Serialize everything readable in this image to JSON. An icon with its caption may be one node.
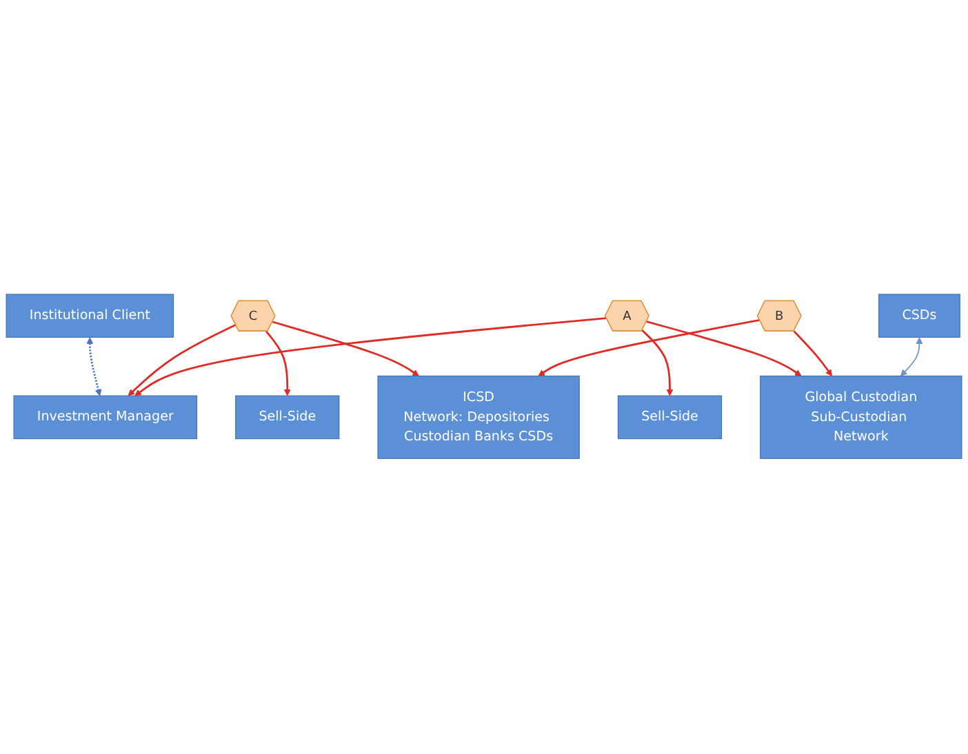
{
  "diagram": {
    "nodes": [
      {
        "text": [
          "Sell-Side"
        ]
      },
      {
        "text": [
          "Institutional Client"
        ]
      },
      {
        "text": [
          "Investment Manager"
        ]
      },
      {
        "text": [
          "C"
        ]
      },
      {
        "text": [
          "Sell-Side"
        ]
      },
      {
        "text": [
          "A"
        ]
      },
      {
        "text": [
          "ICSD",
          "Network: Depositories Custodian Banks CSDs"
        ]
      },
      {
        "text": [
          "B"
        ]
      },
      {
        "text": [
          "Global Custodian",
          "Sub-Custodian Network"
        ]
      },
      {
        "text": [
          "CSDs"
        ]
      }
    ],
    "edges": [
      {
        "from": 1,
        "to": 2,
        "arrow": "both",
        "style": "dashed",
        "color": "#4a72c4"
      },
      {
        "from": 3,
        "to": 0,
        "arrow": "to"
      },
      {
        "from": 3,
        "to": 2,
        "arrow": "to"
      },
      {
        "from": 3,
        "to": 6,
        "arrow": "to"
      },
      {
        "from": 5,
        "to": 2,
        "arrow": "to"
      },
      {
        "from": 5,
        "to": 4,
        "arrow": "to"
      },
      {
        "from": 5,
        "to": 8,
        "arrow": "to"
      },
      {
        "from": 7,
        "to": 6,
        "arrow": "to"
      },
      {
        "from": 7,
        "to": 8,
        "arrow": "to"
      },
      {
        "from": 9,
        "to": 8,
        "arrow": "both",
        "color": "#6a8fd0"
      }
    ]
  }
}
